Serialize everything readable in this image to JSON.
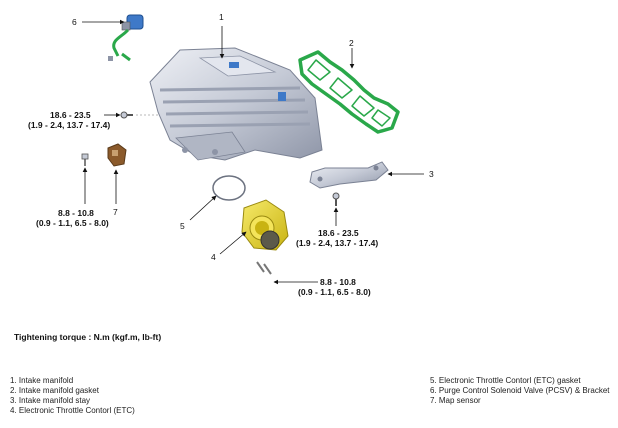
{
  "callouts": {
    "n1": "1",
    "n2": "2",
    "n3": "3",
    "n4": "4",
    "n5": "5",
    "n6": "6",
    "n7": "7"
  },
  "torques": {
    "manifold_bolt": {
      "value": "18.6 - 23.5",
      "range": "(1.9 - 2.4, 13.7 - 17.4)"
    },
    "map_sensor_bolt": {
      "value": "8.8 - 10.8",
      "range": "(0.9 - 1.1, 6.5 - 8.0)"
    },
    "stay_bolt": {
      "value": "18.6 - 23.5",
      "range": "(1.9 - 2.4, 13.7 - 17.4)"
    },
    "etc_bolt": {
      "value": "8.8 - 10.8",
      "range": "(0.9 - 1.1, 6.5 - 8.0)"
    }
  },
  "caption": "Tightening torque : N.m (kgf.m, lb-ft)",
  "legend_left": [
    "1. Intake manifold",
    "2. Intake manifold gasket",
    "3. Intake manifold stay",
    "4. Electronic Throttle Contorl (ETC)"
  ],
  "legend_right": [
    "5. Electronic Throttle Contorl (ETC) gasket",
    "6. Purge Control Solenoid Valve (PCSV) & Bracket",
    "7. Map sensor"
  ],
  "colors": {
    "gasket_green": "#2aa84a",
    "etc_yellow": "#e8d21e",
    "metal_light": "#d9dde6",
    "metal_mid": "#b7bdcc",
    "metal_dark": "#8d94a6",
    "accent_blue": "#3e79c8",
    "sensor_brown": "#8b5a2b"
  }
}
